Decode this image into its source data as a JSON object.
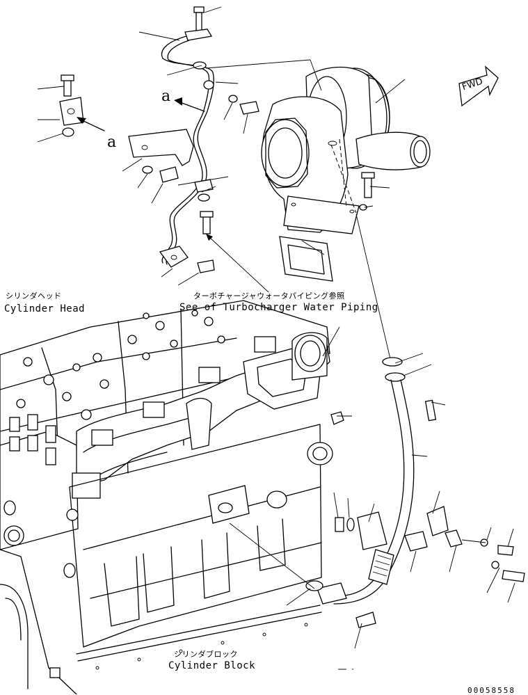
{
  "labels": {
    "cylinder_head_jp": "シリンダヘッド",
    "cylinder_head_en": "Cylinder Head",
    "water_piping_jp": "ターボチャージャウォータパイピング参照",
    "water_piping_en": "See of Turbocharger Water Piping",
    "cylinder_block_jp": "シリンダブロック",
    "cylinder_block_en": "Cylinder Block",
    "view_a_1": "a",
    "view_a_2": "a",
    "fwd": "FWD",
    "drawing_number": "00058558"
  }
}
